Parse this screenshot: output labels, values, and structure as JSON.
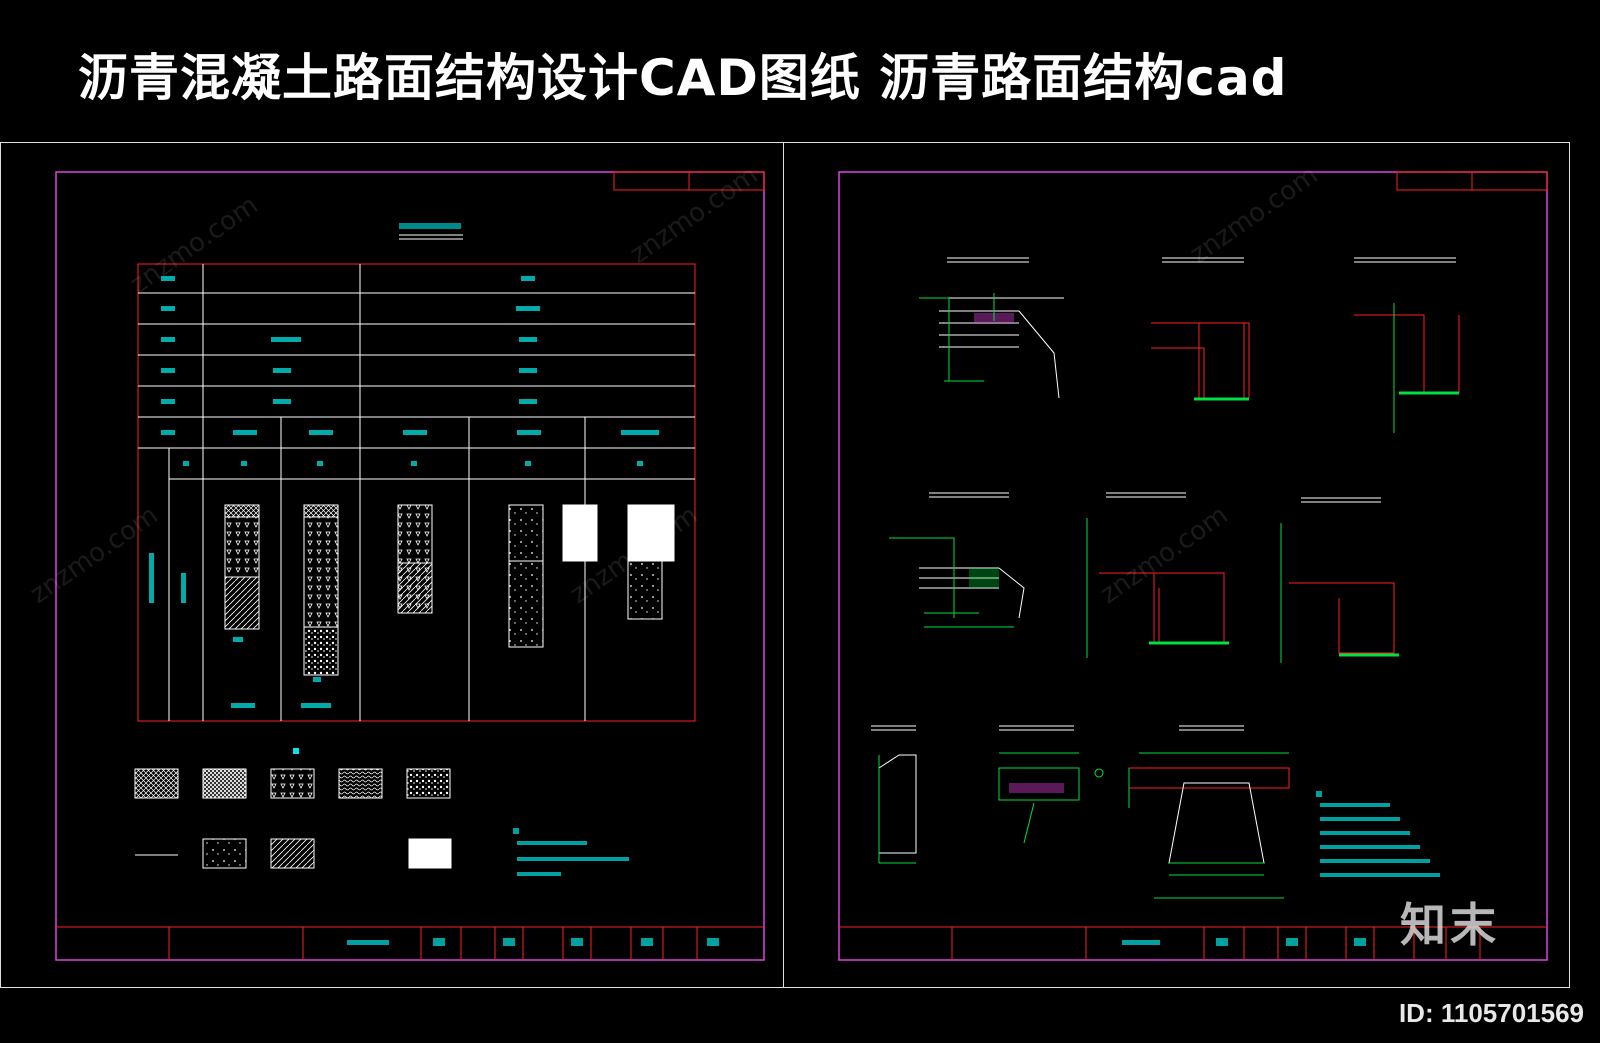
{
  "header": {
    "title": "沥青混凝土路面结构设计CAD图纸  沥青路面结构cad"
  },
  "branding": {
    "logo_text": "知末",
    "image_id": "ID: 1105701569",
    "watermark_text": "znzmo.com"
  },
  "colors": {
    "background": "#000000",
    "frame": "#e040e0",
    "table_lines": "#ff2020",
    "annotation": "#00e5e5",
    "dimension": "#00e040",
    "linework": "#ffffff"
  },
  "sheets": [
    {
      "id": "left-sheet",
      "content": "pavement-structure-table",
      "legend_swatches": 9,
      "notes_lines": 3
    },
    {
      "id": "right-sheet",
      "content": "curb-and-edge-details",
      "detail_views": 9,
      "notes_lines": 6
    }
  ]
}
